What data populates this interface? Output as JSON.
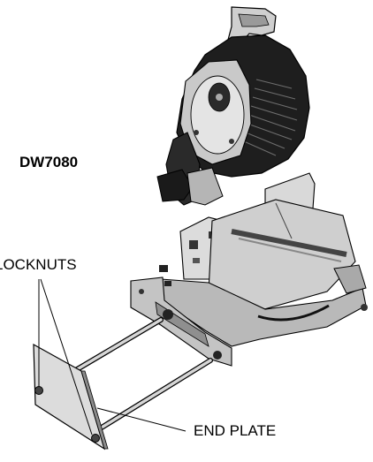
{
  "labels": {
    "model": "DW7080",
    "locknuts": "LOCKNUTS",
    "end_plate": "END PLATE"
  },
  "colors": {
    "ink": "#000000",
    "dark": "#2b2b2b",
    "mid": "#8c8c8c",
    "light": "#d4d4d4",
    "paper": "#ffffff"
  }
}
